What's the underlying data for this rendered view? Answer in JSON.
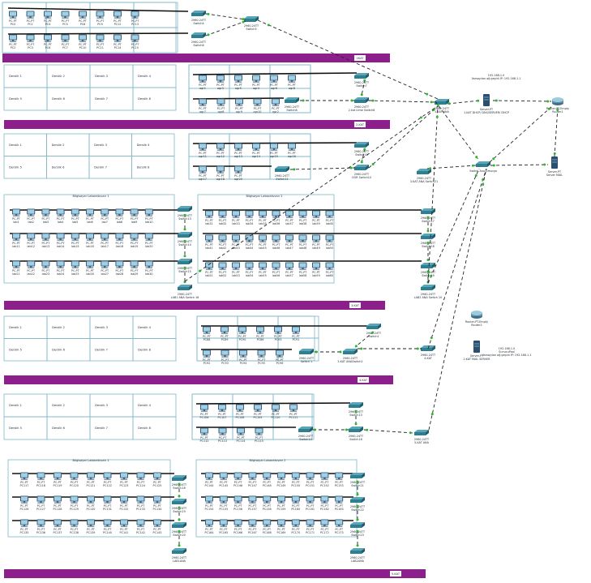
{
  "colors": {
    "band": "#8d1f8c",
    "room": "#7fb7c9",
    "pc": "#3d5f78",
    "screen": "#9fd0e8",
    "switch": "#2f7f93",
    "server": "#2b4f6e",
    "router": "#5b8fa8",
    "cable": "#111111",
    "link": "#222222",
    "port": "#2fb52f"
  },
  "bands": [
    "1KAT",
    "2.KAT",
    "3.KAT",
    "4.KAT",
    "5.KAT"
  ],
  "floor1": {
    "row1": [
      "PC-PT\nPC0",
      "PC-PT\nPC1",
      "PC-PT\nPC4",
      "PC-PT\nPC5",
      "PC-PT\nPC8",
      "PC-PT\nPC9",
      "PC-PT\nPC12",
      "PC-PT\nPC13"
    ],
    "row2": [
      "PC-PT\nPC2",
      "PC-PT\nPC3",
      "PC-PT\nPC6",
      "PC-PT\nPC7",
      "PC-PT\nPC10",
      "PC-PT\nPC11",
      "PC-PT\nPC14",
      "PC-PT\nPC15"
    ],
    "switches": [
      "2960-24TT\nSwitch4",
      "2960-24TT\nSwitch5",
      "2960-24TT\nSwitch6"
    ]
  },
  "floor2": {
    "rooms": [
      "Derslik 1",
      "Derslik 2",
      "Derslik 3",
      "Derslik 4",
      "Derslik 5",
      "Derslik 6",
      "Derslik 7",
      "Derslik 8"
    ],
    "row1": [
      "PC-PT\nogr1",
      "PC-PT\nogr3",
      "PC-PT\nogr5",
      "PC-PT\nogr4",
      "PC-PT\nogr6",
      "PC-PT\nogr8"
    ],
    "row2": [
      "PC-PT\nogr7",
      "PC-PT\nogr8",
      "PC-PT\nogr9",
      "PC-PT\nogr10",
      "PC-PT\nogr2"
    ],
    "switches": [
      "2960-24TT\nSwitch7",
      "2960-24TT\nSwitch8",
      "2960-24TT\n2.kat Ltme Switch8"
    ]
  },
  "floor3": {
    "rooms": [
      "Derslik 1",
      "Derslik 2",
      "Derslik 3",
      "Derslik 4",
      "Derslik 5",
      "Derslik 6",
      "Derslik 7",
      "Derslik 8"
    ],
    "row1": [
      "PC-PT\nogr11",
      "PC-PT\nogr12",
      "PC-PT\nogr13",
      "PC-PT\nogr14",
      "PC-PT\nogr15",
      "PC-PT\nogr16"
    ],
    "row2": [
      "PC-PT\nogr17",
      "PC-PT\nogr18",
      "PC-PT\nogr20"
    ],
    "switches": [
      "2960-24TT\nSwitch10",
      "2960-24TT\nSwitch11",
      "2960-24TT\nOGR Switch10"
    ],
    "lab1_title": "Bilgisayar Laboratuvarı 1",
    "lab2_title": "Bilgisayar Laboratuvarı 2",
    "lab1": [
      [
        "PC-PT\nlab1",
        "PC-PT\nlab2",
        "PC-PT\nlab3",
        "PC-PT\nlab4",
        "PC-PT\nlab5",
        "PC-PT\nlab6",
        "PC-PT\nlab7",
        "PC-PT\nlab8",
        "PC-PT\nlab9",
        "PC-PT\nlab10"
      ],
      [
        "PC-PT\nlab11",
        "PC-PT\nlab12",
        "PC-PT\nlab13",
        "PC-PT\nlab14",
        "PC-PT\nlab15",
        "PC-PT\nlab16",
        "PC-PT\nlab17",
        "PC-PT\nlab18",
        "PC-PT\nlab19",
        "PC-PT\nlab20"
      ],
      [
        "PC-PT\nlab21",
        "PC-PT\nlab22",
        "PC-PT\nlab23",
        "PC-PT\nlab24",
        "PC-PT\nlab25",
        "PC-PT\nlab26",
        "PC-PT\nlab27",
        "PC-PT\nlab28",
        "PC-PT\nlab29",
        "PC-PT\nlab30"
      ]
    ],
    "lab2": [
      [
        "PC-PT\nlab31",
        "PC-PT\nlab32",
        "PC-PT\nlab33",
        "PC-PT\nlab34",
        "PC-PT\nlab35",
        "PC-PT\nlab36",
        "PC-PT\nlab37",
        "PC-PT\nlab38",
        "PC-PT\nlab39",
        "PC-PT\nlab40"
      ],
      [
        "PC-PT\nlab41",
        "PC-PT\nlab42",
        "PC-PT\nlab43",
        "PC-PT\nlab44",
        "PC-PT\nlab45",
        "PC-PT\nlab46",
        "PC-PT\nlab47",
        "PC-PT\nlab48",
        "PC-PT\nlab49",
        "PC-PT\nlab50"
      ],
      [
        "PC-PT\nlab51",
        "PC-PT\nlab52",
        "PC-PT\nlab53",
        "PC-PT\nlab54",
        "PC-PT\nlab55",
        "PC-PT\nlab56",
        "PC-PT\nlab57",
        "PC-PT\nlab58",
        "PC-PT\nlab59",
        "PC-PT\nlab60"
      ]
    ],
    "lab1_switches": [
      "2960-24TT\nSwitch13",
      "2960-24TT\nSwitch14",
      "2960-24TT\nSwitch15",
      "2960-24TT\nLAB1 ANA Switch 18"
    ],
    "lab2_switches": [
      "2960-24TT\nSwitch17",
      "2960-24TT\nSwitch18",
      "2960-24TT\nSwitch19",
      "2960-24TT\nLAB2 ANA Switch 20"
    ]
  },
  "floor4": {
    "rooms": [
      "Derslik 1",
      "Derslik 2",
      "Derslik 3",
      "Derslik 4",
      "Derslik 5",
      "Derslik 6",
      "Derslik 7",
      "Derslik 8"
    ],
    "row1": [
      "PC-PT\nPC88",
      "PC-PT\nPC89",
      "PC-PT\nPC90",
      "PC-PT\nPC86",
      "PC-PT\nPC93",
      "PC-PT\nPC91"
    ],
    "row2": [
      "PC-PT\nPC92",
      "PC-PT\nPC93",
      "PC-PT\nPC94",
      "PC-PT\nPC95",
      "PC-PT\nPC96"
    ],
    "switches": [
      "2960-24TT\nSwitch1",
      "2960-24TT\nSwitch 1",
      "2960-24TT\n3.KAT ANASwitch2"
    ]
  },
  "floor5": {
    "rooms": [
      "Derslik 1",
      "Derslik 2",
      "Derslik 3",
      "Derslik 4",
      "Derslik 5",
      "Derslik 6",
      "Derslik 7",
      "Derslik 8"
    ],
    "row1": [
      "PC-PT\nPC106",
      "PC-PT\nPC107",
      "PC-PT\nPC108",
      "PC-PT\nPC109",
      "PC-PT\nPC110",
      "PC-PT\nPC111"
    ],
    "row2": [
      "PC-PT\nPC112",
      "PC-PT\nPC113",
      "PC-PT\nPC114",
      "PC-PT\nPC115"
    ],
    "switches": [
      "2960-24TT\nSwitch13",
      "2960-24TT\nSwitch14",
      "2960-24TT\nSwitch16"
    ],
    "lab1_title": "Bilgisayar Laboratuvarı 1",
    "lab2_title": "Bilgisayar Laboratuvarı 2",
    "lab1": [
      [
        "PC-PT\nPC117",
        "PC-PT\nPC118",
        "PC-PT\nPC119",
        "PC-PT\nPC120",
        "PC-PT\nPC121",
        "PC-PT\nPC122",
        "PC-PT\nPC123",
        "PC-PT\nPC124",
        "PC-PT\nPC125"
      ],
      [
        "PC-PT\nPC126",
        "PC-PT\nPC127",
        "PC-PT\nPC128",
        "PC-PT\nPC129",
        "PC-PT\nPC130",
        "PC-PT\nPC131",
        "PC-PT\nPC132",
        "PC-PT\nPC133",
        "PC-PT\nPC134"
      ],
      [
        "PC-PT\nPC135",
        "PC-PT\nPC136",
        "PC-PT\nPC137",
        "PC-PT\nPC138",
        "PC-PT\nPC139",
        "PC-PT\nPC140",
        "PC-PT\nPC141",
        "PC-PT\nPC142",
        "PC-PT\nPC143"
      ]
    ],
    "lab2": [
      [
        "PC-PT\nPC144",
        "PC-PT\nPC145",
        "PC-PT\nPC146",
        "PC-PT\nPC147",
        "PC-PT\nPC148",
        "PC-PT\nPC149",
        "PC-PT\nPC150",
        "PC-PT\nPC151",
        "PC-PT\nPC152",
        "PC-PT\nPC153"
      ],
      [
        "PC-PT\nPC154",
        "PC-PT\nPC155",
        "PC-PT\nPC156",
        "PC-PT\nPC157",
        "PC-PT\nPC158",
        "PC-PT\nPC159",
        "PC-PT\nPC160",
        "PC-PT\nPC161",
        "PC-PT\nPC162",
        "PC-PT\nPC163"
      ],
      [
        "PC-PT\nPC164",
        "PC-PT\nPC165",
        "PC-PT\nPC166",
        "PC-PT\nPC167",
        "PC-PT\nPC168",
        "PC-PT\nPC169",
        "PC-PT\nPC170",
        "PC-PT\nPC171",
        "PC-PT\nPC172",
        "PC-PT\nPC173"
      ]
    ],
    "lab1_switches": [
      "2960-24TT\nSwitch18",
      "2960-24TT\nSwitch19",
      "2960-24TT\nSwitch20",
      "2960-24TT\nLAB1ANA"
    ],
    "lab2_switches": [
      "2960-24TT\nSwitch21",
      "2960-24TT\nSwitch22",
      "2960-24TT\nSwitch23",
      "2960-24TT\nLAB2ANA"
    ],
    "main_switch": "2960-24TT\n5.KAT ANA"
  },
  "core": {
    "kat1_ana": "2960-24TT\n1.KAT ANA",
    "kat2_ana": "2960-24TT\n2.Kat ANA",
    "kat3_ana": "2960-24TT\n3.KAT ANA Switch21",
    "kat4_ana": "2960-24TT\n4.KAT",
    "multilayer": "Switch Ana Omurga",
    "server1": "Server-PT\n1.KAT DHCP/ DNS/SERVER/ DHCP",
    "server1_info": "192.168.1.0\nVarsayılan ağ geçidi IP: 192.168.1.1",
    "server2": "Server-PT\nServer MAIL",
    "router1": "Router-PT-Empty\nRouter1",
    "router2": "Router-PT-Empty\nRouter2",
    "server3": "Server-PT\n2.KAT MAIL SERVER",
    "server3_info": "192.168.1.0\nSunucuPool\nVarsayılan ağ geçidi IP: 192.168.1.1"
  }
}
